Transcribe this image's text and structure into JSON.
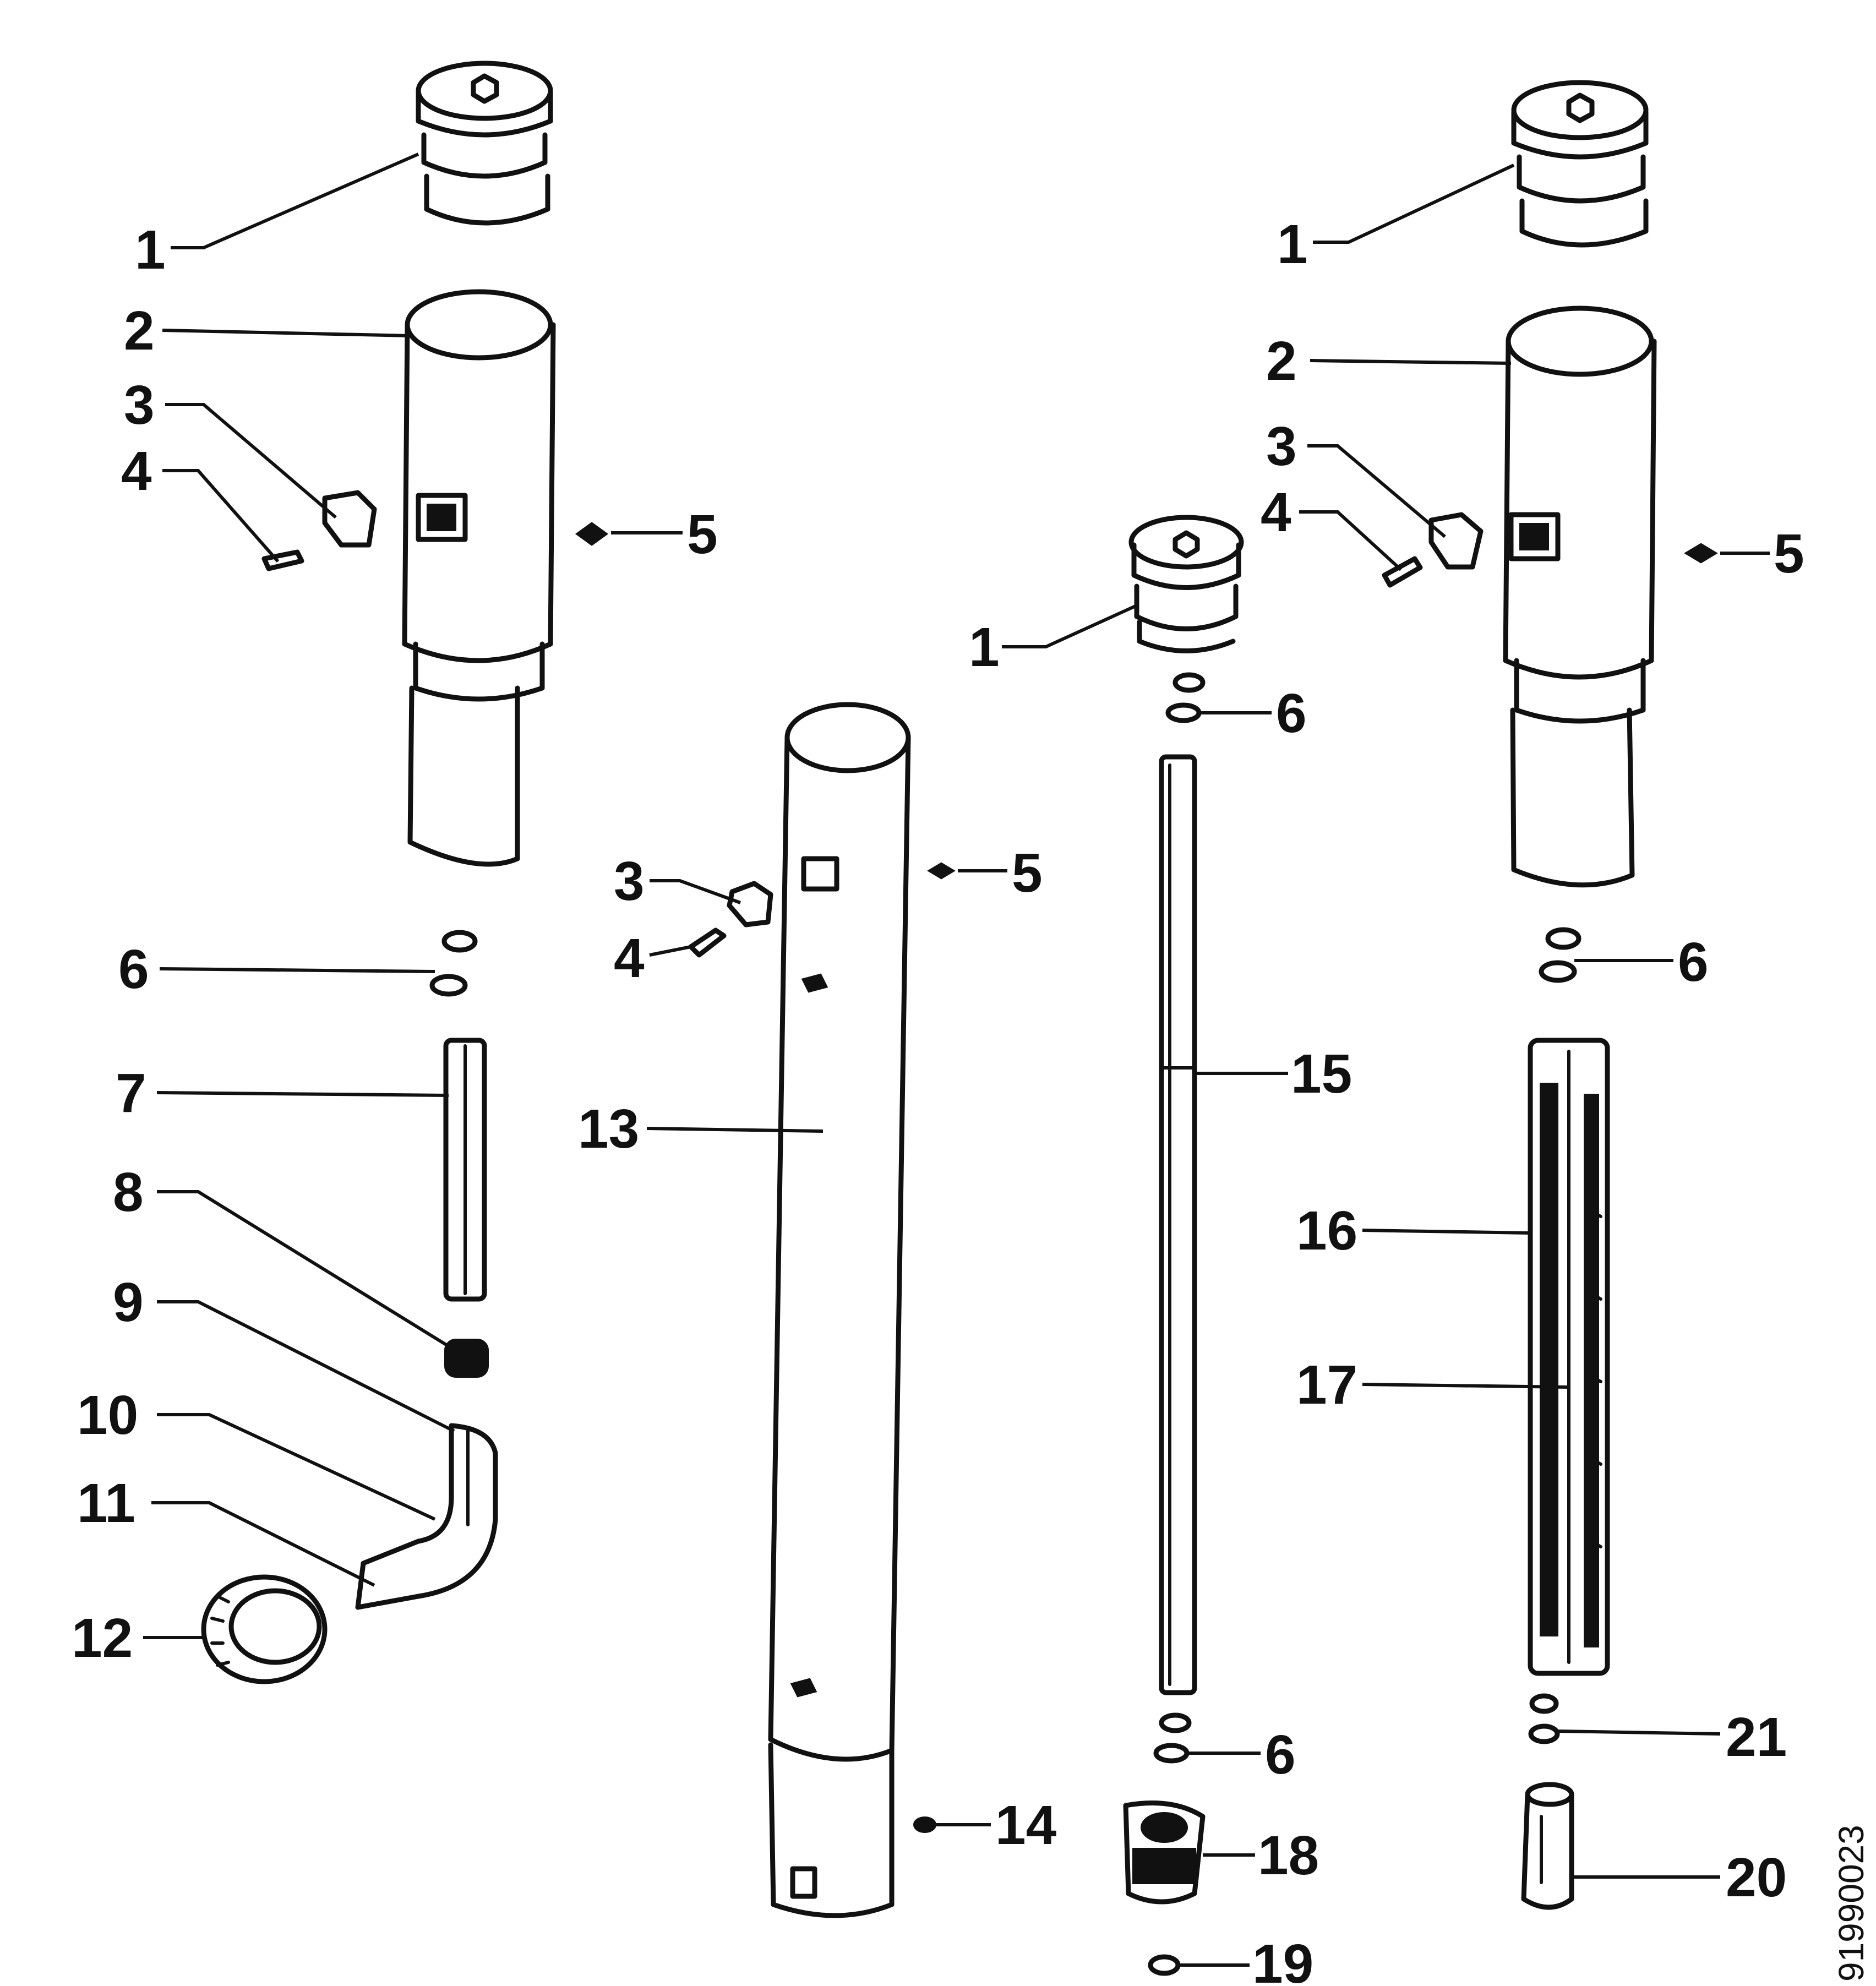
{
  "diagram": {
    "document_id": "91990023",
    "callouts": {
      "left_cap": "1",
      "left_tube_top": "2",
      "left_clip": "3",
      "left_pin": "4",
      "left_dot": "5",
      "left_washer": "6",
      "left_rod": "7",
      "left_nut": "8",
      "left_elbow_top": "9",
      "left_elbow": "10",
      "left_elbow_foot": "11",
      "left_ring": "12",
      "center_tube": "13",
      "center_clip": "3",
      "center_pin": "4",
      "center_dot": "5",
      "center_foot_dot": "14",
      "mid_cap": "1",
      "mid_washer_top": "6",
      "mid_rod": "15",
      "mid_washer_bottom": "6",
      "mid_block": "18",
      "mid_ball": "19",
      "right_cap": "1",
      "right_tube_top": "2",
      "right_clip": "3",
      "right_pin": "4",
      "right_dot": "5",
      "right_washer": "6",
      "right_assembly": "16",
      "right_inner": "17",
      "right_washer_small": "21",
      "right_sleeve": "20"
    }
  }
}
